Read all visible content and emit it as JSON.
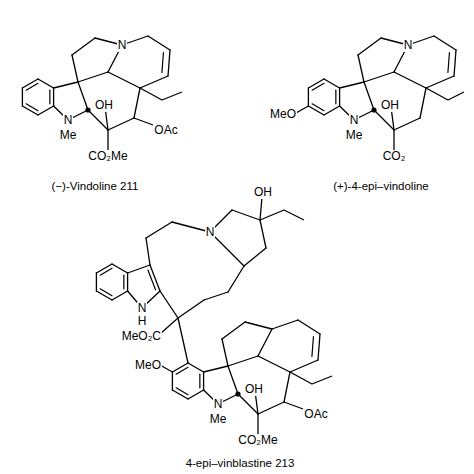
{
  "diagram": {
    "labels": [
      "N",
      "N",
      "Me",
      "OH",
      "OAc",
      "CO₂Me",
      "(−)-Vindoline 211",
      "N",
      "MeO",
      "N",
      "Me",
      "OH",
      "CO₂",
      "(+)-4-epi–vindoline",
      "OH",
      "N",
      "N",
      "H",
      "MeO₂C",
      "MeO",
      "N",
      "Me",
      "OH",
      "OAc",
      "CO₂Me",
      "4-epi–vinblastine 213"
    ]
  }
}
